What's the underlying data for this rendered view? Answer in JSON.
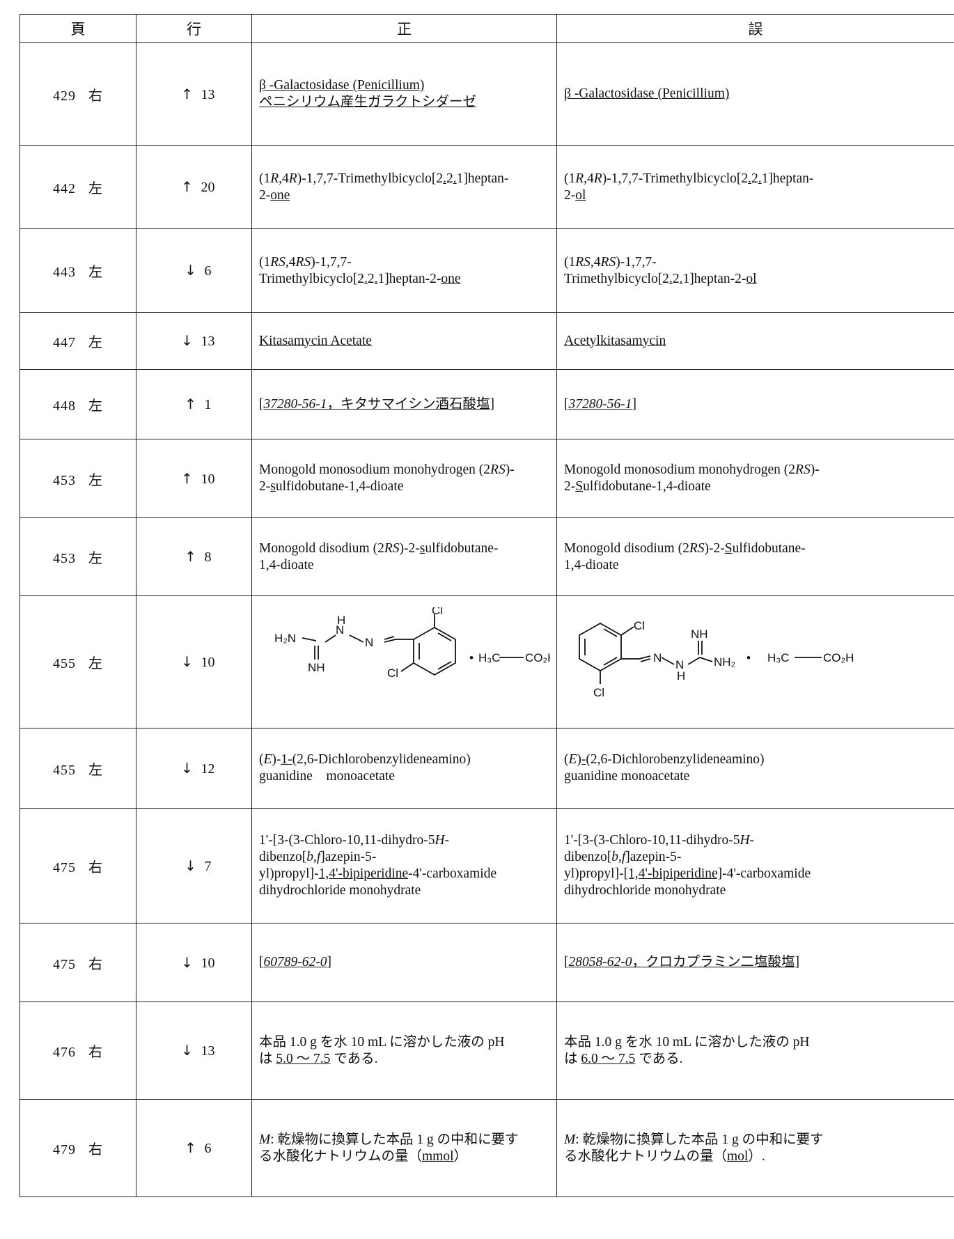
{
  "headers": {
    "page": "頁",
    "line": "行",
    "correct": "正",
    "wrong": "誤"
  },
  "rows": [
    {
      "page": "429",
      "side": "右",
      "arrow": "↑",
      "line": "13",
      "correct": [
        "β -Galactosidase (Penicillium)",
        "ペニシリウム産生ガラクトシダーゼ"
      ],
      "wrong": "β -Galactosidase (Penicillium)"
    },
    {
      "page": "442",
      "side": "左",
      "arrow": "↑",
      "line": "20",
      "correct": {
        "pre1": "(1",
        "it1": "R",
        "mid1": ",4",
        "it2": "R",
        "mid2": ")-1,7,7-Trimethylbicyclo[2",
        "a": ".",
        "b": "2",
        "c": ".",
        "d": "1]heptan-",
        "e": "2-",
        "u": "one"
      },
      "wrong": {
        "pre1": "(1",
        "it1": "R",
        "mid1": ",4",
        "it2": "R",
        "mid2": ")-1,7,7-Trimethylbicyclo[2",
        "a": ".",
        "b": "2",
        "c": ".",
        "d": "1]heptan-",
        "e": "2-",
        "u": "ol"
      }
    },
    {
      "page": "443",
      "side": "左",
      "arrow": "↓",
      "line": "6",
      "correct": {
        "pre1": "(1",
        "it1": "RS",
        "mid1": ",4",
        "it2": "RS",
        "mid2": ")-1,7,7-",
        "l2a": "Trimethylbicyclo[2",
        "a": ".",
        "b": "2",
        "c": ".",
        "d": "1]heptan-2-",
        "u": "one"
      },
      "wrong": {
        "pre1": "(1",
        "it1": "RS",
        "mid1": ",4",
        "it2": "RS",
        "mid2": ")-1,7,7-",
        "l2a": "Trimethylbicyclo[2",
        "a": ".",
        "b": "2",
        "c": ".",
        "d": "1]heptan-2-",
        "u": "ol"
      }
    },
    {
      "page": "447",
      "side": "左",
      "arrow": "↓",
      "line": "13",
      "correct": "Kitasamycin Acetate",
      "wrong": "Acetylkitasamycin"
    },
    {
      "page": "448",
      "side": "左",
      "arrow": "↑",
      "line": "1",
      "correct": {
        "open": "[",
        "cas": "37280-56-1",
        "rest": "，キタサマイシン酒石酸塩]"
      },
      "wrong": {
        "open": "[",
        "cas": "37280-56-1",
        "rest": "]"
      }
    },
    {
      "page": "453",
      "side": "左",
      "arrow": "↑",
      "line": "10",
      "correct": {
        "l1a": "Monogold monosodium monohydrogen (2",
        "it": "RS",
        "l1b": ")-",
        "l2a": "2-",
        "u": "s",
        "l2b": "ulfidobutane-1,4-dioate"
      },
      "wrong": {
        "l1a": "Monogold monosodium monohydrogen (2",
        "it": "RS",
        "l1b": ")-",
        "l2a": "2-",
        "u": "S",
        "l2b": "ulfidobutane-1,4-dioate"
      }
    },
    {
      "page": "453",
      "side": "左",
      "arrow": "↑",
      "line": "8",
      "correct": {
        "l1a": "Monogold disodium (2",
        "it": "RS",
        "l1b": ")-2-",
        "u": "s",
        "l1c": "ulfidobutane-",
        "l2": "1,4-dioate"
      },
      "wrong": {
        "l1a": "Monogold disodium (2",
        "it": "RS",
        "l1b": ")-2-",
        "u": "S",
        "l1c": "ulfidobutane-",
        "l2": "1,4-dioate"
      }
    },
    {
      "page": "455",
      "side": "左",
      "arrow": "↓",
      "line": "10",
      "structure_labels": {
        "cl": "Cl",
        "h2n": "H₂N",
        "nh": "NH",
        "n": "N",
        "h": "H",
        "nh2": "NH₂",
        "acid_left": "H₃C",
        "acid_right": "CO₂H",
        "dot": "•"
      }
    },
    {
      "page": "455",
      "side": "左",
      "arrow": "↓",
      "line": "12",
      "correct": {
        "p1": "(",
        "it": "E",
        "p2": ")-",
        "u": "1-",
        "p3": "(2,6-Dichlorobenzylideneamino)",
        "l2": "guanidine　monoacetate"
      },
      "wrong": {
        "p1": "(",
        "it": "E",
        "p2": ")",
        "u": "-",
        "p3": "(2,6-Dichlorobenzylideneamino)",
        "l2": "guanidine monoacetate"
      }
    },
    {
      "page": "475",
      "side": "右",
      "arrow": "↓",
      "line": "7",
      "correct": {
        "l1a": "1'-[3-(3-Chloro-10,11-dihydro-5",
        "it": "H",
        "l1b": "-",
        "l2a": "dibenzo[",
        "it2": "b,f",
        "l2b": "]azepin-5-",
        "l3a": "yl)propyl]-",
        "u": "1,4'-bipiperidine",
        "l3b": "-4'-carboxamide",
        "l4": "dihydrochloride monohydrate"
      },
      "wrong": {
        "l1a": "1'-[3-(3-Chloro-10,11-dihydro-5",
        "it": "H",
        "l1b": "-",
        "l2a": "dibenzo[",
        "it2": "b,f",
        "l2b": "]azepin-5-",
        "l3a": "yl)propyl]-",
        "u": "[1,4'-bipiperidine]",
        "l3b": "-4'-carboxamide",
        "l4": "dihydrochloride monohydrate"
      }
    },
    {
      "page": "475",
      "side": "右",
      "arrow": "↓",
      "line": "10",
      "correct": {
        "open": "[",
        "cas": "60789-62-0",
        "rest": "]"
      },
      "wrong": {
        "open": "[",
        "cas": "28058-62-0",
        "rest": "，クロカプラミン二塩酸塩]"
      }
    },
    {
      "page": "476",
      "side": "右",
      "arrow": "↓",
      "line": "13",
      "correct": {
        "l1": "本品 1.0 g を水 10 mL に溶かした液の pH",
        "l2a": "は ",
        "u1": "5.0 〜 7.5",
        "l2b": " である."
      },
      "wrong": {
        "l1": "本品 1.0 g を水 10 mL に溶かした液の pH",
        "l2a": "は ",
        "u1": "6.0 〜 7.5",
        "l2b": " である."
      }
    },
    {
      "page": "479",
      "side": "右",
      "arrow": "↑",
      "line": "6",
      "correct": {
        "it": "M",
        "l1": ": 乾燥物に換算した本品 1 g の中和に要す",
        "l2a": "る水酸化ナトリウムの量（",
        "u": "mmol",
        "l2b": "）"
      },
      "wrong": {
        "it": "M",
        "l1": ": 乾燥物に換算した本品 1 g の中和に要す",
        "l2a": "る水酸化ナトリウムの量（",
        "u": "mol",
        "l2b": "）."
      }
    }
  ]
}
